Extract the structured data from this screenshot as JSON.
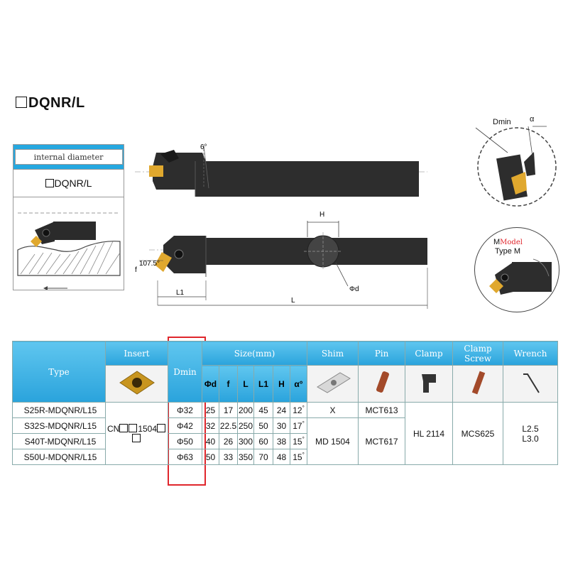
{
  "title": "DQNR/L",
  "left_panel": {
    "header": "internal diameter",
    "model": "DQNR/L"
  },
  "drawing": {
    "angle_top": "6°",
    "dim_H": "H",
    "dim_phi_d": "Φd",
    "dim_107": "107.5°",
    "dim_f": "f",
    "dim_L1": "L1",
    "dim_L": "L"
  },
  "detail_circle": {
    "dmin": "Dmin",
    "alpha": "α"
  },
  "model_circle": {
    "model_label_prefix": "M",
    "model_label_red": "Model",
    "type_label": "Type M"
  },
  "table": {
    "headers": {
      "type": "Type",
      "insert": "Insert",
      "dmin": "Dmin",
      "size": "Size(mm)",
      "shim": "Shim",
      "pin": "Pin",
      "clamp": "Clamp",
      "clamp_screw": "Clamp Screw",
      "wrench": "Wrench"
    },
    "size_cols": [
      "Φd",
      "f",
      "L",
      "L1",
      "H",
      "α°"
    ],
    "insert_code": "1504",
    "insert_prefix": "CN",
    "rows": [
      {
        "type": "S25R-MDQNR/L15",
        "dmin": "Φ32",
        "d": "25",
        "f": "17",
        "L": "200",
        "L1": "45",
        "H": "24",
        "a": "12"
      },
      {
        "type": "S32S-MDQNR/L15",
        "dmin": "Φ42",
        "d": "32",
        "f": "22.5",
        "L": "250",
        "L1": "50",
        "H": "30",
        "a": "17"
      },
      {
        "type": "S40T-MDQNR/L15",
        "dmin": "Φ50",
        "d": "40",
        "f": "26",
        "L": "300",
        "L1": "60",
        "H": "38",
        "a": "15"
      },
      {
        "type": "S50U-MDQNR/L15",
        "dmin": "Φ63",
        "d": "50",
        "f": "33",
        "L": "350",
        "L1": "70",
        "H": "48",
        "a": "15"
      }
    ],
    "shim_row1": "X",
    "shim_rest": "MD 1504",
    "pin_row1": "MCT613",
    "pin_rest": "MCT617",
    "clamp": "HL 2114",
    "clamp_screw": "MCS625",
    "wrench_1": "L2.5",
    "wrench_2": "L3.0"
  }
}
